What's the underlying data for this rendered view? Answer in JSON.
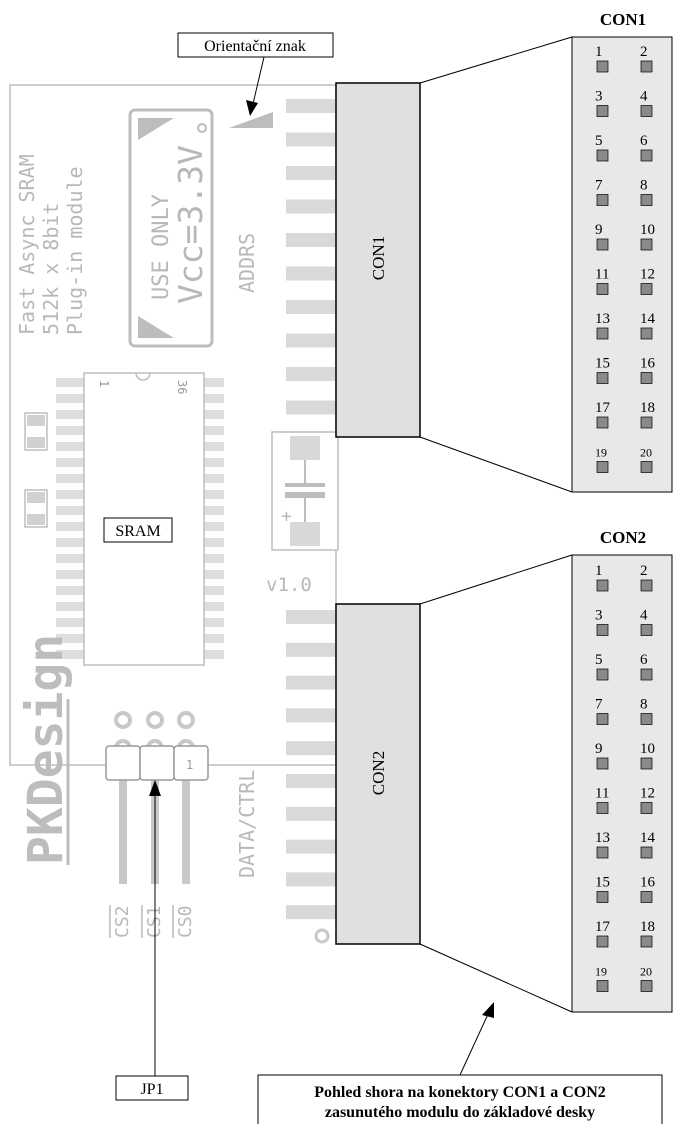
{
  "callouts": {
    "orientation_mark": "Orientační znak",
    "jumper": "JP1",
    "view_note_line1": "Pohled shora na konektory CON1 a CON2",
    "view_note_line2": "zasunutého modulu do základové desky"
  },
  "module": {
    "title_lines": [
      "Fast Async SRAM",
      "512k x 8bit",
      "Plug-in module"
    ],
    "warning_line1": "USE ONLY",
    "warning_line2": "Vcc=3.3V",
    "addrs_label": "ADDRS",
    "data_label": "DATA/CTRL",
    "chip_label": "SRAM",
    "chip_pin_first": "1",
    "chip_pin_last": "36",
    "version": "v1.0",
    "logo": "PKDesign",
    "con1_label": "CON1",
    "con2_label": "CON2",
    "jumper_pin_mark": "1",
    "cs_labels": [
      "CS2",
      "CS1",
      "CS0"
    ]
  },
  "connectors": [
    {
      "title": "CON1",
      "pins": [
        [
          "1",
          "2"
        ],
        [
          "3",
          "4"
        ],
        [
          "5",
          "6"
        ],
        [
          "7",
          "8"
        ],
        [
          "9",
          "10"
        ],
        [
          "11",
          "12"
        ],
        [
          "13",
          "14"
        ],
        [
          "15",
          "16"
        ],
        [
          "17",
          "18"
        ],
        [
          "19",
          "20"
        ]
      ]
    },
    {
      "title": "CON2",
      "pins": [
        [
          "1",
          "2"
        ],
        [
          "3",
          "4"
        ],
        [
          "5",
          "6"
        ],
        [
          "7",
          "8"
        ],
        [
          "9",
          "10"
        ],
        [
          "11",
          "12"
        ],
        [
          "13",
          "14"
        ],
        [
          "15",
          "16"
        ],
        [
          "17",
          "18"
        ],
        [
          "19",
          "20"
        ]
      ]
    }
  ]
}
